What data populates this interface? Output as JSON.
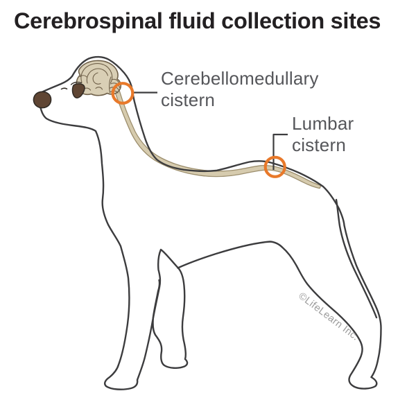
{
  "page": {
    "title": "Cerebrospinal fluid collection sites"
  },
  "labels": {
    "cerebellomedullary": {
      "line1": "Cerebellomedullary",
      "line2": "cistern"
    },
    "lumbar": {
      "line1": "Lumbar",
      "line2": "cistern"
    }
  },
  "watermark": {
    "text": "©LifeLearn Inc."
  },
  "colors": {
    "title": "#232022",
    "label_gray": "#55565a",
    "outline": "#3c3c3e",
    "accent_orange": "#e8792a",
    "brain_fill": "#d9cfb5",
    "brain_stroke": "#6f6049",
    "spine_fill": "#d6cbae",
    "spine_stroke": "#9c8e6d",
    "nose_fill": "#5f4533",
    "nose_stroke": "#302a24",
    "watermark_gray": "#9c9c9c"
  }
}
